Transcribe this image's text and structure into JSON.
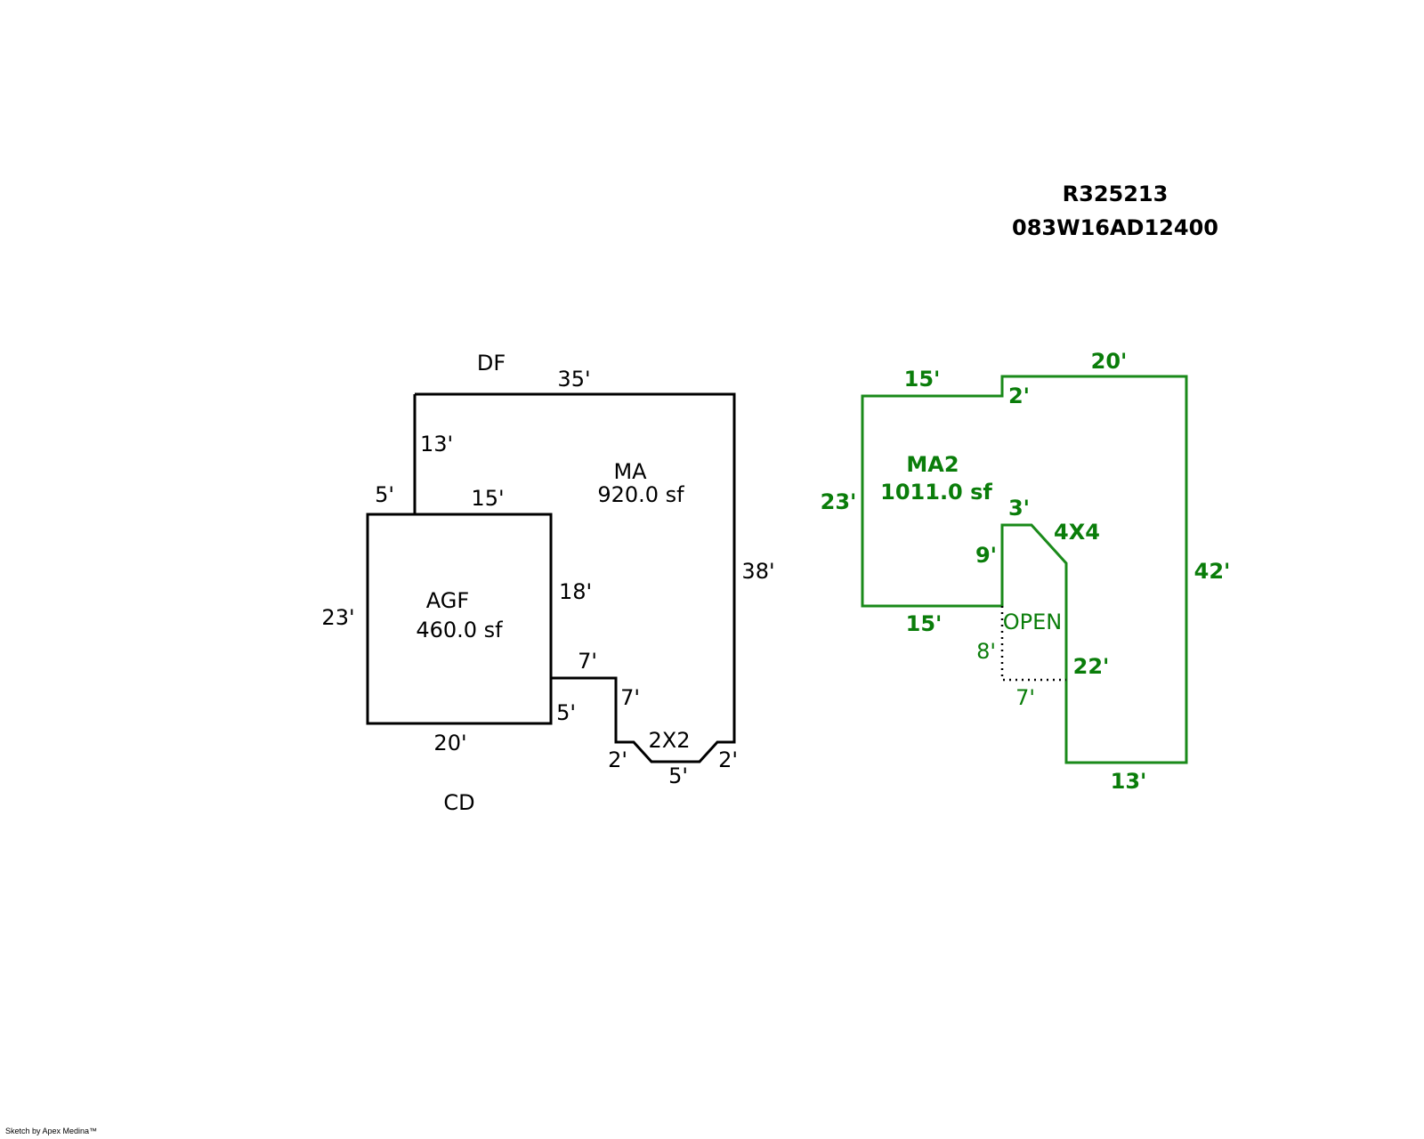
{
  "header": {
    "account_id": "R325213",
    "map_tax_lot": "083W16AD12400"
  },
  "colors": {
    "building_1": "#000000",
    "building_2": "#0a7d0a",
    "open_boundary": "#000000"
  },
  "building_1": {
    "label_above": "DF",
    "label_below": "CD",
    "areas": [
      {
        "code": "MA",
        "area": "920.0 sf"
      },
      {
        "code": "AGF",
        "area": "460.0 sf"
      }
    ],
    "bay_label": "2X2",
    "dims": {
      "ma_top": "35'",
      "ma_left_upper": "13'",
      "agf_top_left": "5'",
      "agf_top": "15'",
      "agf_left": "23'",
      "agf_right": "18'",
      "agf_bottom": "20'",
      "agf_right_lower": "5'",
      "step_top": "7'",
      "step_side": "7'",
      "bay_left": "2'",
      "bay_bottom": "5'",
      "bay_right": "2'",
      "ma_right": "38'"
    }
  },
  "building_2": {
    "areas": [
      {
        "code": "MA2",
        "area": "1011.0 sf"
      }
    ],
    "bay_label": "4X4",
    "open_label": "OPEN",
    "dims": {
      "top_left": "15'",
      "top_step": "2'",
      "top_right": "20'",
      "left": "23'",
      "right": "42'",
      "inner_top": "3'",
      "inner_left": "9'",
      "bottom_left": "15'",
      "open_vertical": "8'",
      "open_horizontal": "7'",
      "inner_right": "22'",
      "bottom_right": "13'"
    }
  },
  "footer": {
    "credit": "Sketch by Apex Medina™"
  }
}
